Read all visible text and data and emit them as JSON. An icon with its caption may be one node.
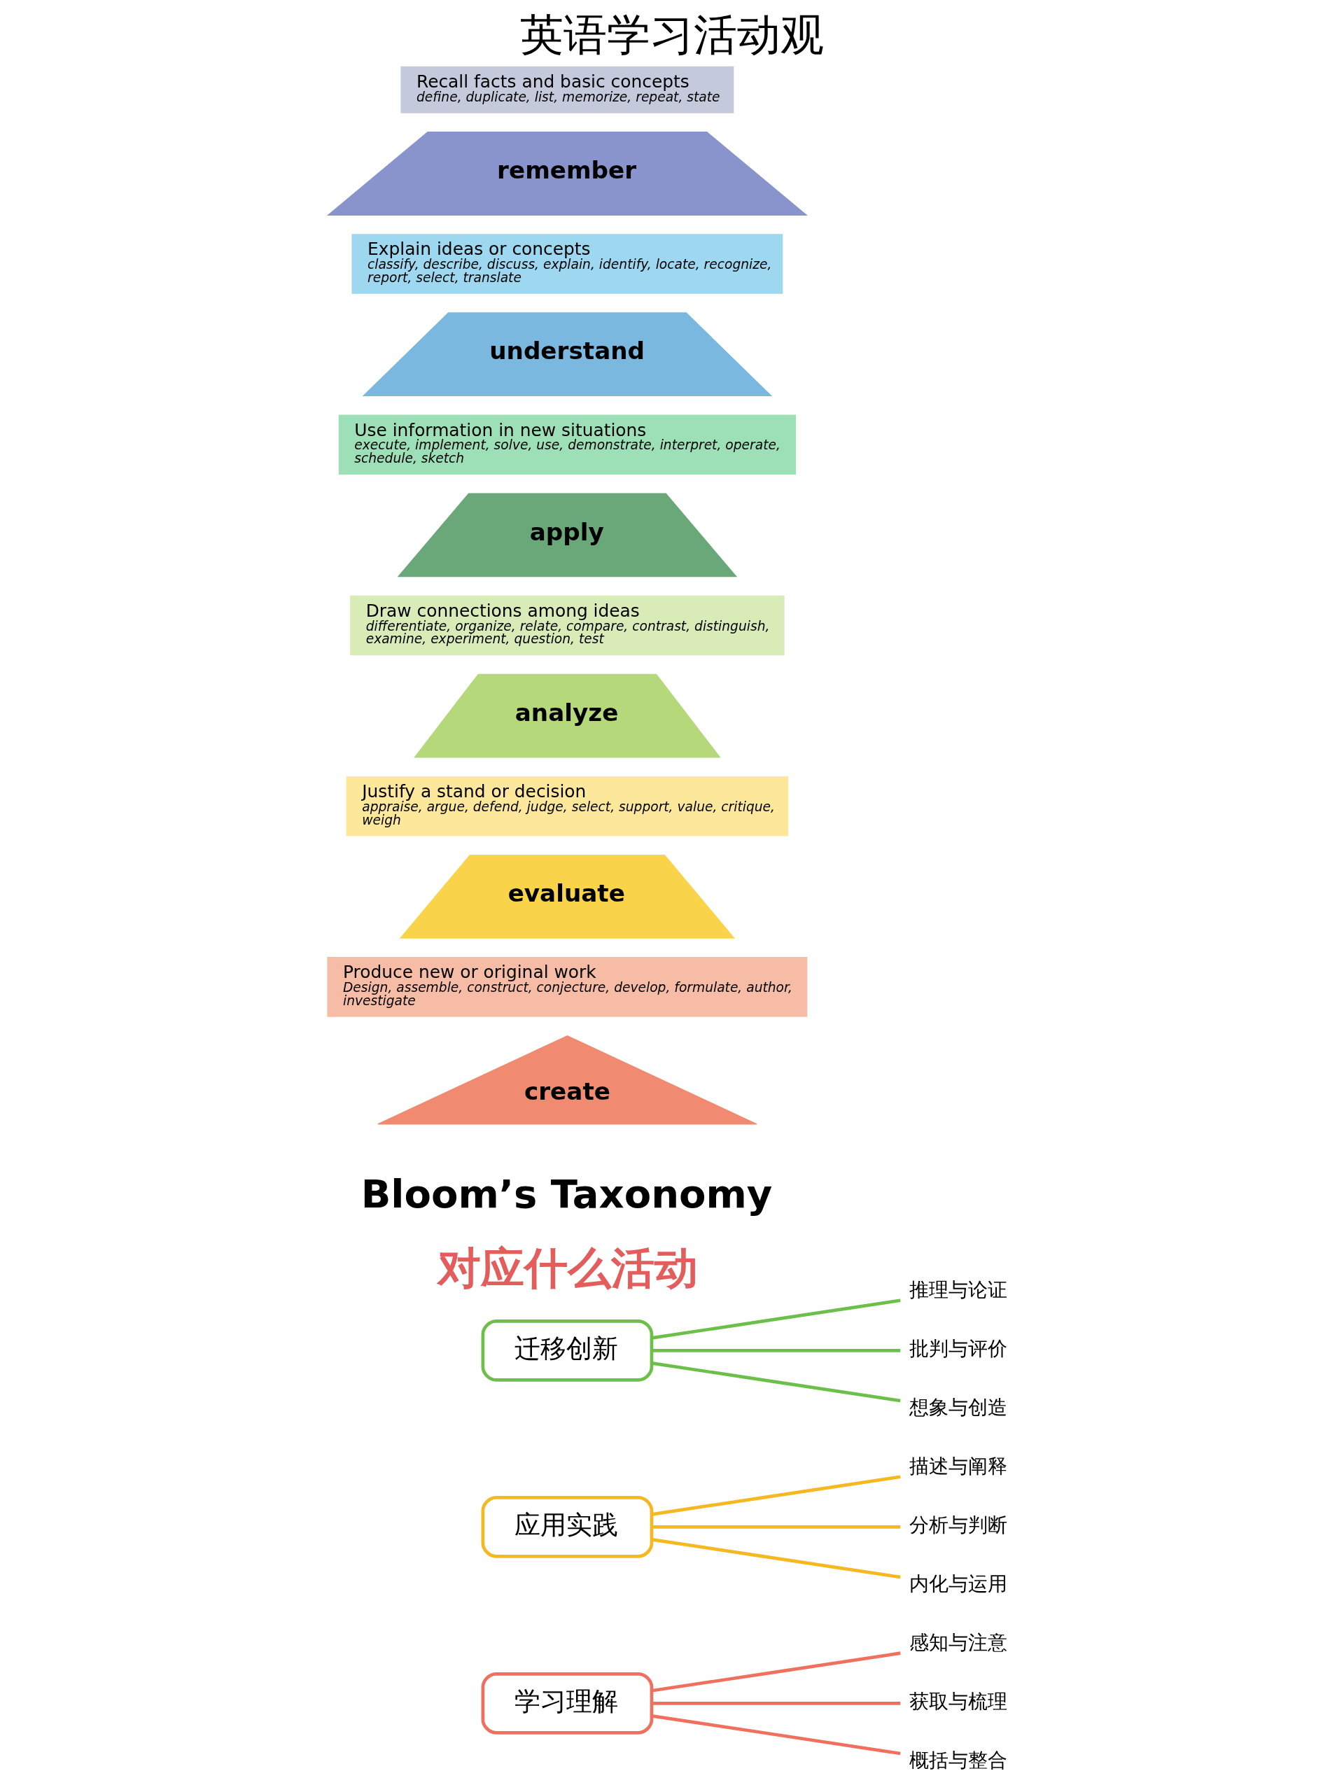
{
  "diagram": {
    "title": "英语学习活动观",
    "nodes": [
      {
        "text": [
          "学习理解"
        ]
      },
      {
        "text": [
          "感知与注意"
        ]
      },
      {
        "text": [
          "获取与梳理"
        ]
      },
      {
        "text": [
          "概括与整合"
        ]
      },
      {
        "text": [
          "应用实践"
        ]
      },
      {
        "text": [
          "描述与阐释"
        ]
      },
      {
        "text": [
          "分析与判断"
        ]
      },
      {
        "text": [
          "内化与运用"
        ]
      },
      {
        "text": [
          "迁移创新"
        ]
      },
      {
        "text": [
          "推理与论证"
        ]
      },
      {
        "text": [
          "批判与评价"
        ]
      },
      {
        "text": [
          "想象与创造"
        ]
      },
      {
        "text": [
          "create"
        ]
      },
      {
        "text": [
          "Produce new or original work",
          "Design, assemble, construct, conjecture, develop, formulate, author, investigate"
        ]
      },
      {
        "text": [
          "evaluate"
        ]
      },
      {
        "text": [
          "Justify a stand or decision",
          "appraise, argue, defend, judge, select, support, value, critique, weigh"
        ]
      },
      {
        "text": [
          "analyze"
        ]
      },
      {
        "text": [
          "Draw connections among ideas",
          "differentiate, organize, relate, compare, contrast, distinguish, examine, experiment, question, test"
        ]
      },
      {
        "text": [
          "apply"
        ]
      },
      {
        "text": [
          "Use information in new situations",
          "execute, implement, solve, use, demonstrate, interpret, operate, schedule, sketch"
        ]
      },
      {
        "text": [
          "understand"
        ]
      },
      {
        "text": [
          "Explain ideas or concepts",
          "classify, describe, discuss, explain, identify, locate, recognize, report, select, translate"
        ]
      },
      {
        "text": [
          "remember"
        ]
      },
      {
        "text": [
          "Recall facts and basic concepts",
          "define, duplicate, list, memorize, repeat, state"
        ]
      }
    ],
    "edges": [
      {
        "from": 0,
        "to": 1,
        "arrow": "none",
        "color": "#f07060"
      },
      {
        "from": 0,
        "to": 2,
        "arrow": "none",
        "color": "#f07060"
      },
      {
        "from": 0,
        "to": 3,
        "arrow": "none",
        "color": "#f07060"
      },
      {
        "from": 4,
        "to": 5,
        "arrow": "none",
        "color": "#f5b820"
      },
      {
        "from": 4,
        "to": 6,
        "arrow": "none",
        "color": "#f5b820"
      },
      {
        "from": 4,
        "to": 7,
        "arrow": "none",
        "color": "#f5b820"
      },
      {
        "from": 8,
        "to": 9,
        "arrow": "none",
        "color": "#6cc04a"
      },
      {
        "from": 8,
        "to": 10,
        "arrow": "none",
        "color": "#6cc04a"
      },
      {
        "from": 8,
        "to": 11,
        "arrow": "none",
        "color": "#6cc04a"
      }
    ],
    "labels": [
      "对应什么活动",
      "Bloom’s Taxonomy"
    ]
  }
}
